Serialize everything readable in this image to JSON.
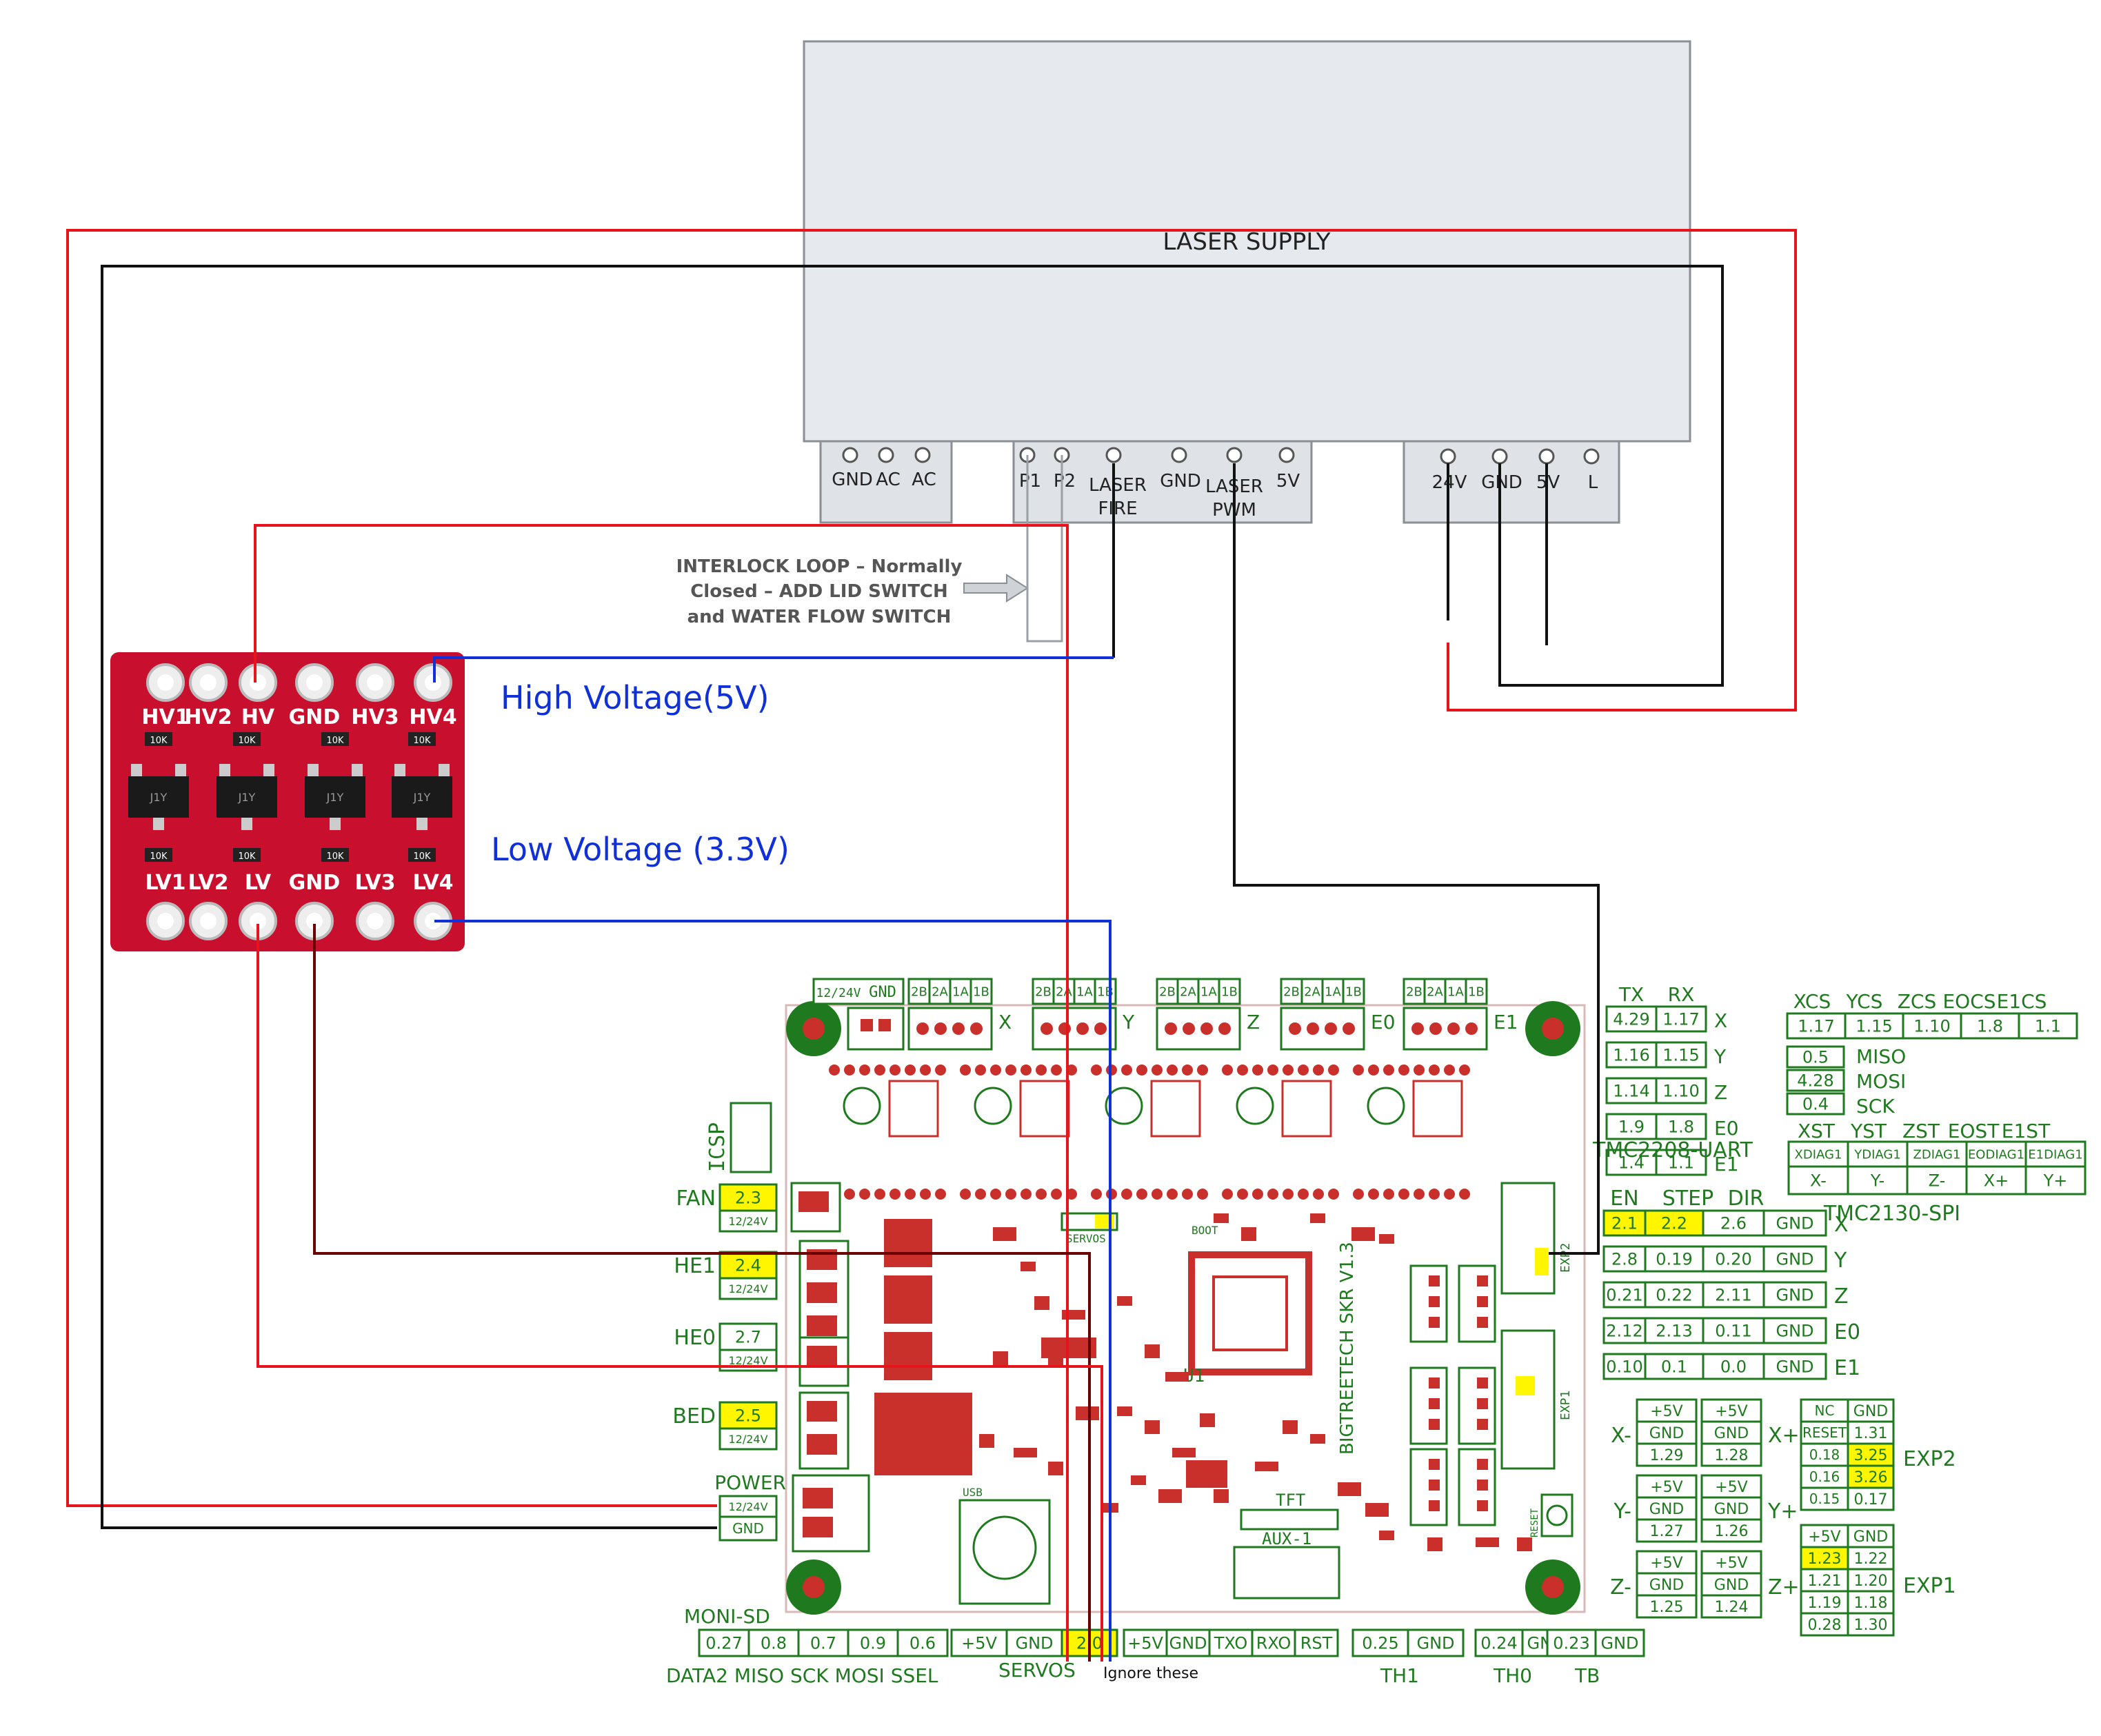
{
  "supply": {
    "title": "LASER SUPPLY",
    "left_pins": [
      "GND",
      "AC",
      "AC"
    ],
    "mid_pins": [
      "P1",
      "P2",
      "LASER FIRE",
      "GND",
      "LASER PWM",
      "5V"
    ],
    "mid_pin_lines": [
      "LASER",
      "FIRE",
      "LASER",
      "PWM"
    ],
    "right_pins": [
      "24V",
      "GND",
      "5V",
      "L"
    ]
  },
  "interlock": {
    "line1": "INTERLOCK LOOP – Normally",
    "line2": "Closed – ADD LID SWITCH",
    "line3": "and WATER FLOW SWITCH"
  },
  "shifter": {
    "top_labels": [
      "HV1",
      "HV2",
      "HV",
      "GND",
      "HV3",
      "HV4"
    ],
    "bottom_labels": [
      "LV1",
      "LV2",
      "LV",
      "GND",
      "LV3",
      "LV4"
    ],
    "res": "10K",
    "chip": "J1Y"
  },
  "notes": {
    "high": "High Voltage(5V)",
    "low": "Low Voltage (3.3V)",
    "ignore": "Ignore these"
  },
  "board": {
    "name": "BIGTREETECH SKR V1.3",
    "u1": "U1",
    "tft": "TFT",
    "aux": "AUX-1",
    "usb": "USB",
    "boot": "BOOT",
    "reset": "RESET",
    "exp1": "EXP1",
    "exp2": "EXP2",
    "icsp": "ICSP",
    "servos": "SERVOS",
    "driver_pins": [
      "2B",
      "2A",
      "1A",
      "1B"
    ],
    "driver_axes": [
      "X",
      "Y",
      "Z",
      "E0",
      "E1"
    ],
    "top_power": [
      "12/24V",
      "GND"
    ]
  },
  "left_labels": {
    "fan": {
      "name": "FAN",
      "pin": "2.3",
      "v": "12/24V"
    },
    "he1": {
      "name": "HE1",
      "pin": "2.4",
      "v": "12/24V"
    },
    "he0": {
      "name": "HE0",
      "pin": "2.7",
      "v": "12/24V"
    },
    "bed": {
      "name": "BED",
      "pin": "2.5",
      "v": "12/24V"
    },
    "power": {
      "name": "POWER",
      "v": "12/24V",
      "gnd": "GND"
    }
  },
  "bottom": {
    "moni_sd": "MONI-SD",
    "sd_pins": [
      "0.27",
      "0.8",
      "0.7",
      "0.9",
      "0.6"
    ],
    "sd_names": "DATA2 MISO SCK MOSI SSEL",
    "servos_cells": [
      "+5V",
      "GND",
      "2.0"
    ],
    "servos_label": "SERVOS",
    "serial_cells": [
      "+5V",
      "GND",
      "TXO",
      "RXO",
      "RST"
    ],
    "th1": [
      "0.25",
      "GND"
    ],
    "th0": [
      "0.24",
      "GND"
    ],
    "tb": [
      "0.23",
      "GND"
    ],
    "th1_label": "TH1",
    "th0_label": "TH0",
    "tb_label": "TB"
  },
  "uart": {
    "header": [
      "TX",
      "RX"
    ],
    "rows": [
      [
        "4.29",
        "1.17",
        "X"
      ],
      [
        "1.16",
        "1.15",
        "Y"
      ],
      [
        "1.14",
        "1.10",
        "Z"
      ],
      [
        "1.9",
        "1.8",
        "E0"
      ],
      [
        "1.4",
        "1.1",
        "E1"
      ]
    ],
    "title": "TMC2208-UART"
  },
  "spi": {
    "cs_header": [
      "XCS",
      "YCS",
      "ZCS",
      "EOCS",
      "E1CS"
    ],
    "cs": [
      "1.17",
      "1.15",
      "1.10",
      "1.8",
      "1.1"
    ],
    "bus": [
      [
        "0.5",
        "MISO"
      ],
      [
        "4.28",
        "MOSI"
      ],
      [
        "0.4",
        "SCK"
      ]
    ],
    "st_header": [
      "XST",
      "YST",
      "ZST",
      "EOST",
      "E1ST"
    ],
    "diag": [
      "XDIAG1",
      "YDIAG1",
      "ZDIAG1",
      "EODIAG1",
      "E1DIAG1"
    ],
    "axes": [
      "X-",
      "Y-",
      "Z-",
      "X+",
      "Y+"
    ],
    "title": "TMC2130-SPI"
  },
  "drivers_pins": {
    "header": [
      "EN",
      "STEP",
      "DIR"
    ],
    "rows": [
      [
        "2.1",
        "2.2",
        "2.6",
        "GND",
        "X"
      ],
      [
        "2.8",
        "0.19",
        "0.20",
        "GND",
        "Y"
      ],
      [
        "0.21",
        "0.22",
        "2.11",
        "GND",
        "Z"
      ],
      [
        "2.12",
        "2.13",
        "0.11",
        "GND",
        "E0"
      ],
      [
        "0.10",
        "0.1",
        "0.0",
        "GND",
        "E1"
      ]
    ]
  },
  "endstops": {
    "xm": {
      "label": "X-",
      "cells": [
        "+5V",
        "GND",
        "1.29"
      ]
    },
    "xp": {
      "label": "X+",
      "cells": [
        "+5V",
        "GND",
        "1.28"
      ]
    },
    "ym": {
      "label": "Y-",
      "cells": [
        "+5V",
        "GND",
        "1.27"
      ]
    },
    "yp": {
      "label": "Y+",
      "cells": [
        "+5V",
        "GND",
        "1.26"
      ]
    },
    "zm": {
      "label": "Z-",
      "cells": [
        "+5V",
        "GND",
        "1.25"
      ]
    },
    "zp": {
      "label": "Z+",
      "cells": [
        "+5V",
        "GND",
        "1.24"
      ]
    }
  },
  "exp2": {
    "label": "EXP2",
    "rows": [
      [
        "NC",
        "GND"
      ],
      [
        "RESET",
        "1.31"
      ],
      [
        "0.18",
        "3.25"
      ],
      [
        "0.16",
        "3.26"
      ],
      [
        "0.15",
        "0.17"
      ]
    ]
  },
  "exp1": {
    "label": "EXP1",
    "rows": [
      [
        "+5V",
        "GND"
      ],
      [
        "1.23",
        "1.22"
      ],
      [
        "1.21",
        "1.20"
      ],
      [
        "1.19",
        "1.18"
      ],
      [
        "0.28",
        "1.30"
      ]
    ]
  },
  "colors": {
    "wire_red": "#e8141b",
    "wire_black": "#111111",
    "wire_blue": "#1030d8",
    "wire_darkred": "#6b0000",
    "board_red": "#c9302c",
    "pin_green": "#1f7a1f",
    "highlight": "#fff600",
    "supply_fill": "#e6e9ee"
  }
}
